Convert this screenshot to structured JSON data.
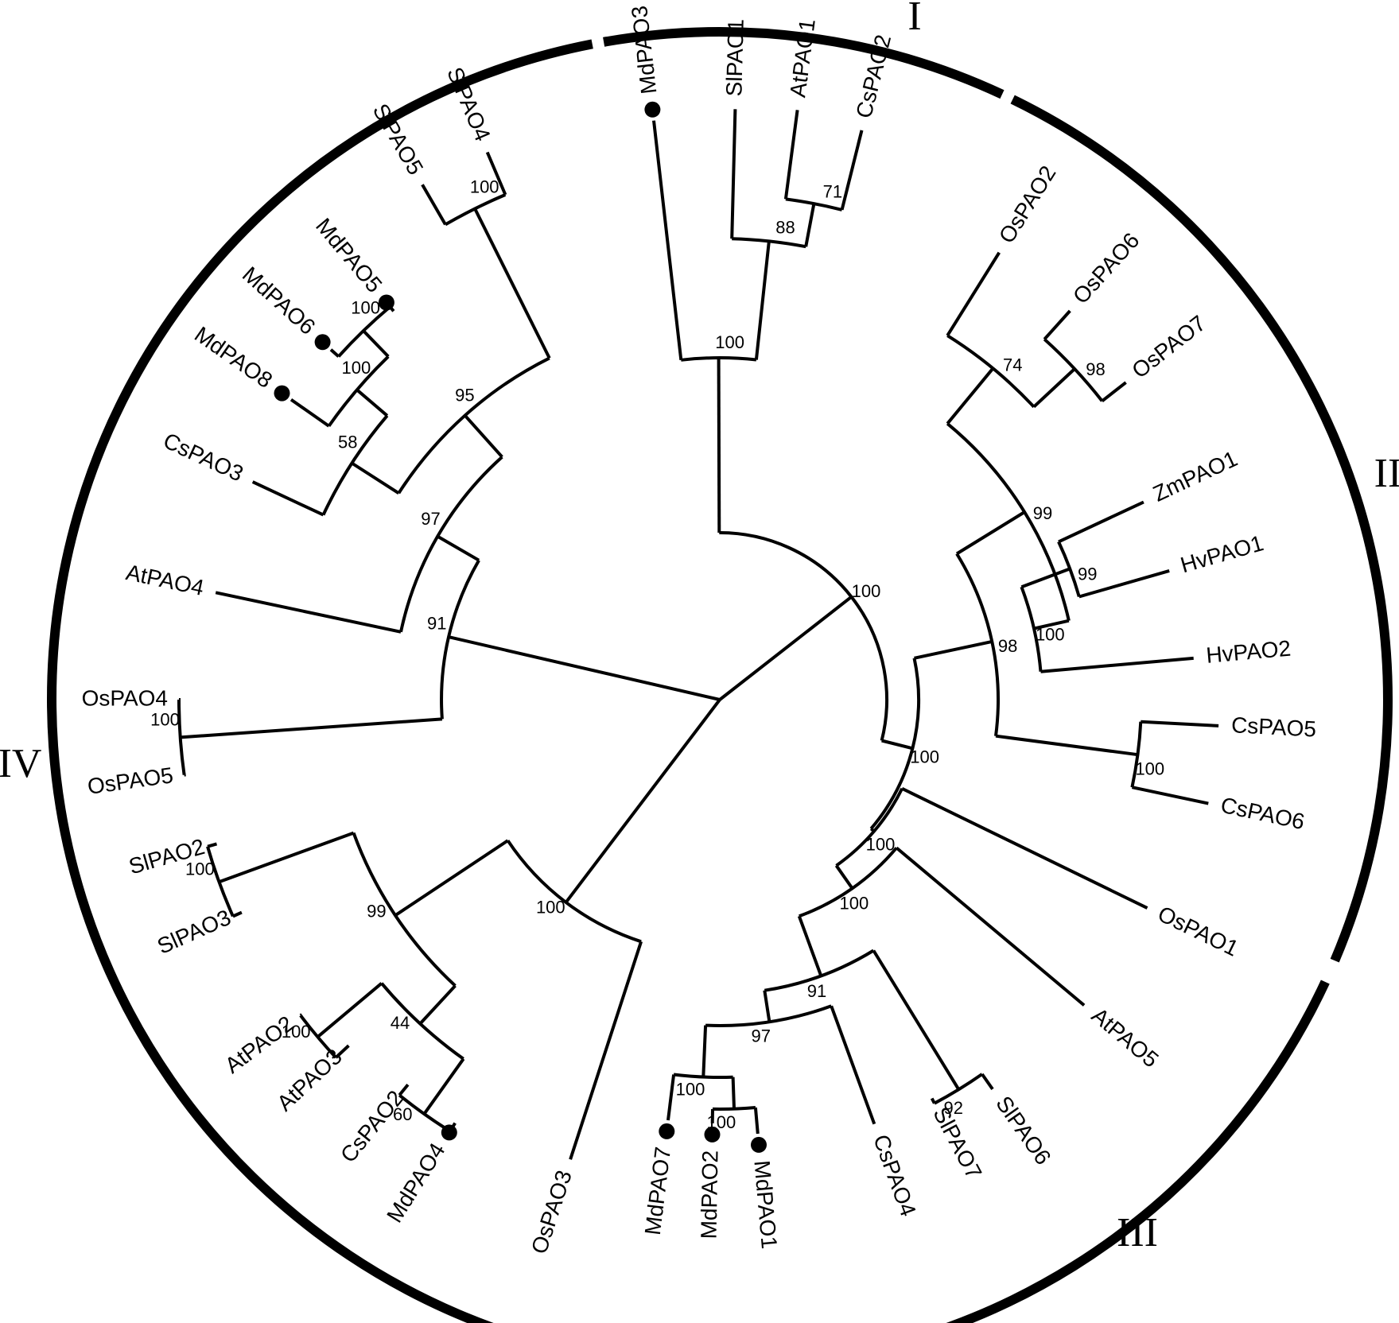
{
  "groups": [
    "I",
    "II",
    "III",
    "IV"
  ],
  "leaves": {
    "MdPAO3": "MdPAO3",
    "SlPAO1": "SlPAO1",
    "AtPAO1": "AtPAO1",
    "CsPAO2_a": "CsPAO2",
    "OsPAO2": "OsPAO2",
    "OsPAO6": "OsPAO6",
    "OsPAO7": "OsPAO7",
    "ZmPAO1": "ZmPAO1",
    "HvPAO1": "HvPAO1",
    "HvPAO2": "HvPAO2",
    "CsPAO5": "CsPAO5",
    "CsPAO6": "CsPAO6",
    "OsPAO1": "OsPAO1",
    "AtPAO5": "AtPAO5",
    "SlPAO6": "SlPAO6",
    "SlPAO7": "SlPAO7",
    "CsPAO4": "CsPAO4",
    "MdPAO1": "MdPAO1",
    "MdPAO2": "MdPAO2",
    "MdPAO7": "MdPAO7",
    "OsPAO3": "OsPAO3",
    "MdPAO4": "MdPAO4",
    "CsPAO2_b": "CsPAO2",
    "AtPAO3": "AtPAO3",
    "AtPAO2": "AtPAO2",
    "SlPAO3": "SlPAO3",
    "SlPAO2": "SlPAO2",
    "OsPAO5": "OsPAO5",
    "OsPAO4": "OsPAO4",
    "AtPAO4": "AtPAO4",
    "CsPAO3": "CsPAO3",
    "MdPAO8": "MdPAO8",
    "MdPAO6": "MdPAO6",
    "MdPAO5": "MdPAO5",
    "SlPAO5": "SlPAO5",
    "SlPAO4": "SlPAO4"
  },
  "marked_leaves": [
    "MdPAO3",
    "MdPAO1",
    "MdPAO2",
    "MdPAO7",
    "MdPAO4",
    "MdPAO8",
    "MdPAO6",
    "MdPAO5"
  ],
  "bootstrap": {
    "n_c3": "88",
    "n_c1": "71",
    "n_g1": "100",
    "n_o67": "98",
    "n_o2x": "74",
    "n_zh": "99",
    "n_osg": "99",
    "n_hv2": "100",
    "n_cs56": "100",
    "n_ii": "98",
    "n_iii": "100",
    "n_md12": "100",
    "n_md7": "100",
    "n_cs4": "97",
    "n_sl67": "92",
    "n_c3b": "91",
    "n_at5": "100",
    "n_os1": "100",
    "n_rc": "100",
    "n_sl23": "100",
    "n_at23": "100",
    "n_md4": "60",
    "n_c44": "44",
    "n_c99": "99",
    "n_os3": "100",
    "n_os45": "100",
    "n_md56": "100",
    "n_md8": "100",
    "n_cs3": "58",
    "n_sl45": "100",
    "n_c95": "95",
    "n_at4": "97",
    "n_c91": "91"
  }
}
